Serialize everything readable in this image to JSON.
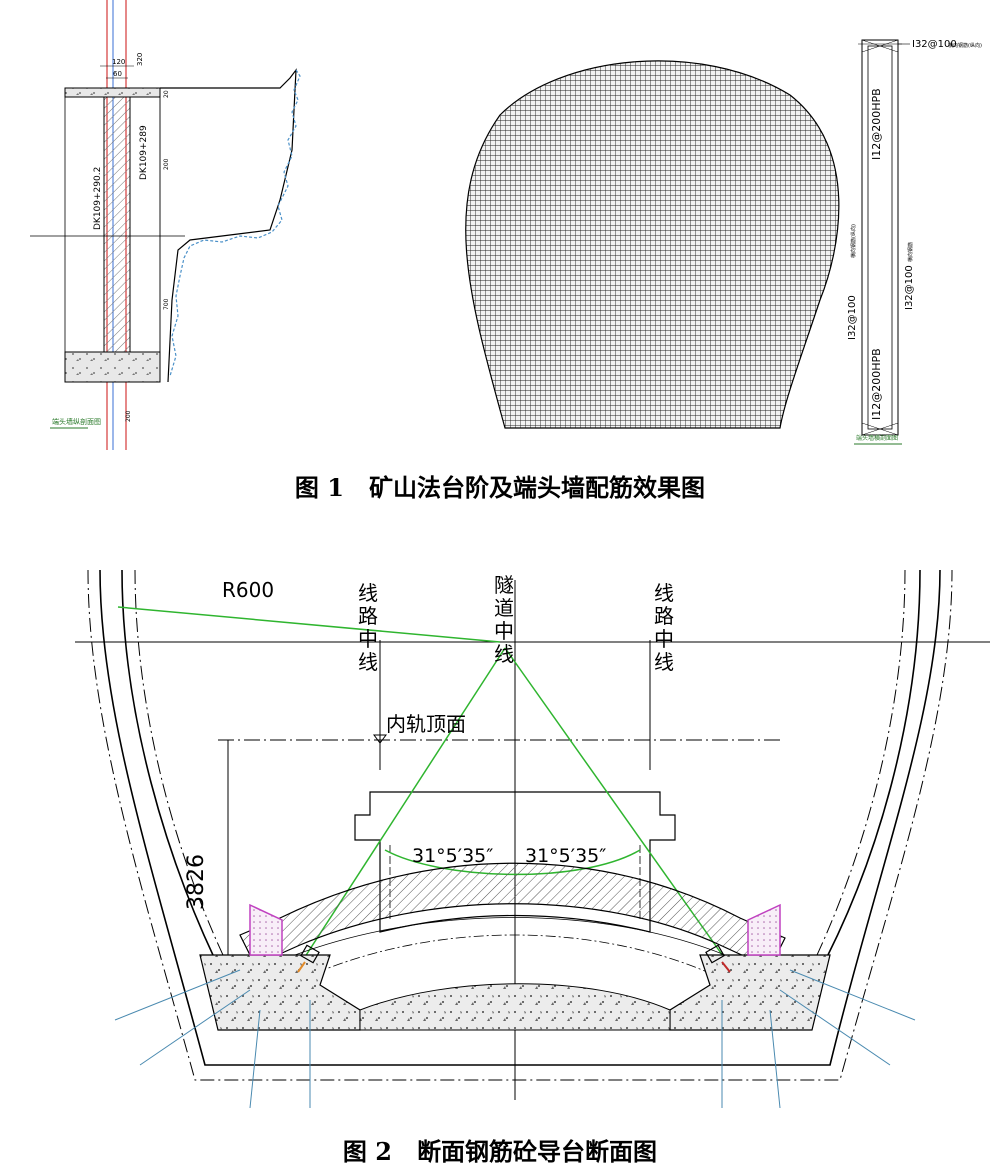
{
  "figure1": {
    "caption_num": "图 1",
    "caption_text": "矿山法台阶及端头墙配筋效果图",
    "left_view": {
      "dim_top1": "120",
      "dim_top2": "60",
      "dim_top3": "320",
      "station_1": "DK109+290.2",
      "station_2": "DK109+289",
      "dim_right_1": "20",
      "dim_right_2": "200",
      "dim_right_3": "700",
      "dim_right_4": "200",
      "legend": "端头墙纵剖面图"
    },
    "right_view": {
      "label_top": "I32@100",
      "label_top_note": "横向钢筋(纵向)",
      "label_1": "I12@200HPB",
      "label_2": "I32@100",
      "label_2_note": "横向钢筋(纵向)",
      "label_3": "I32@100",
      "label_3_note": "横向钢筋",
      "label_4": "I12@200HPB",
      "legend": "端头墙横剖面图"
    }
  },
  "figure2": {
    "caption_num": "图 2",
    "caption_text": "断面钢筋砼导台断面图",
    "radius_label": "R600",
    "line_center_left": "线路中线",
    "tunnel_center": "隧道中线",
    "line_center_right": "线路中线",
    "rail_top": "内轨顶面",
    "height_dim": "3826",
    "angle_left": "31°5′35″",
    "angle_right": "31°5′35″"
  }
}
